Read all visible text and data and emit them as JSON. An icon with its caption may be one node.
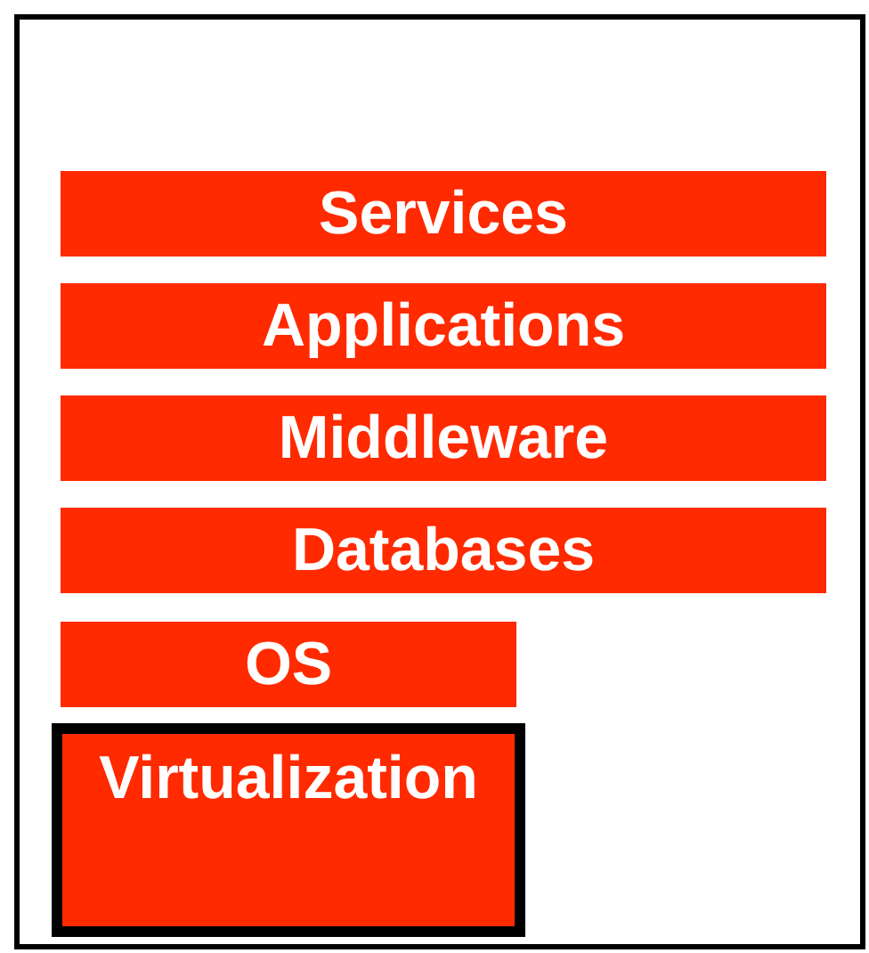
{
  "diagram": {
    "nodes": [
      {
        "text": [],
        "shape": "box"
      },
      {
        "text": [
          "Services"
        ],
        "in": 0
      },
      {
        "text": [
          "Applications"
        ],
        "in": 0
      },
      {
        "text": [
          "Middleware"
        ],
        "in": 0
      },
      {
        "text": [
          "Databases"
        ],
        "in": 0
      },
      {
        "text": [
          "OS"
        ],
        "in": 0
      },
      {
        "text": [
          "Virtualization"
        ],
        "in": 0
      }
    ]
  }
}
